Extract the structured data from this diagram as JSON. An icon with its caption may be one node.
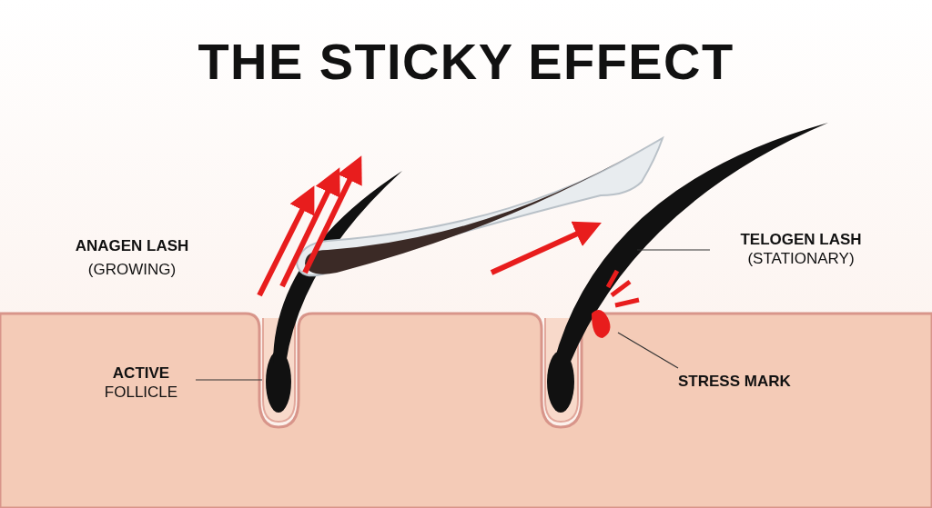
{
  "diagram": {
    "title": "THE STICKY EFFECT",
    "nodes": [
      {
        "text": [
          "TELOGEN LASH",
          "(STATIONARY)"
        ]
      },
      {
        "text": [],
        "shape": "picture"
      },
      {
        "text": [
          "ACTIVE",
          "FOLLICLE"
        ]
      },
      {
        "text": [],
        "shape": "picture"
      },
      {
        "text": [
          "STRESS MARK"
        ]
      },
      {
        "text": [],
        "shape": "picture"
      }
    ],
    "edges": [
      {
        "from": 0,
        "to": 1,
        "arrow": "none"
      },
      {
        "from": 2,
        "to": 3,
        "arrow": "none"
      },
      {
        "from": 4,
        "to": 5,
        "arrow": "none"
      }
    ],
    "labels": [
      "ANAGEN LASH",
      "(GROWING)"
    ]
  }
}
